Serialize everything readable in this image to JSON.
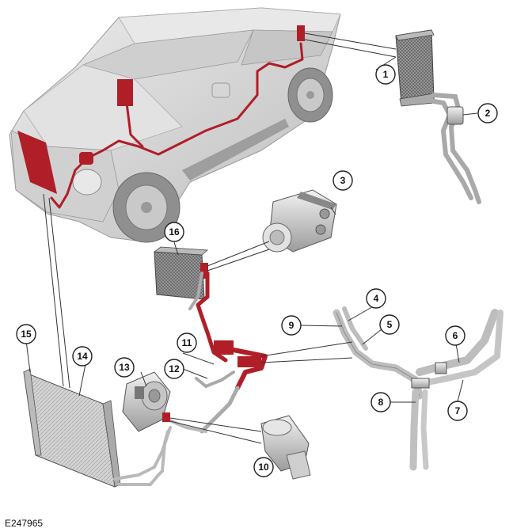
{
  "figure": {
    "reference_code": "E247965",
    "callouts": [
      "1",
      "2",
      "3",
      "4",
      "5",
      "6",
      "7",
      "8",
      "9",
      "10",
      "11",
      "12",
      "13",
      "14",
      "15",
      "16"
    ]
  },
  "colors": {
    "highlight": "#b01e28",
    "vehicle": "#d9d9d9",
    "vehicle_shade": "#bdbdbd",
    "line": "#333333",
    "pipe": "#c8c8c8",
    "core": "#8a8a8a"
  }
}
